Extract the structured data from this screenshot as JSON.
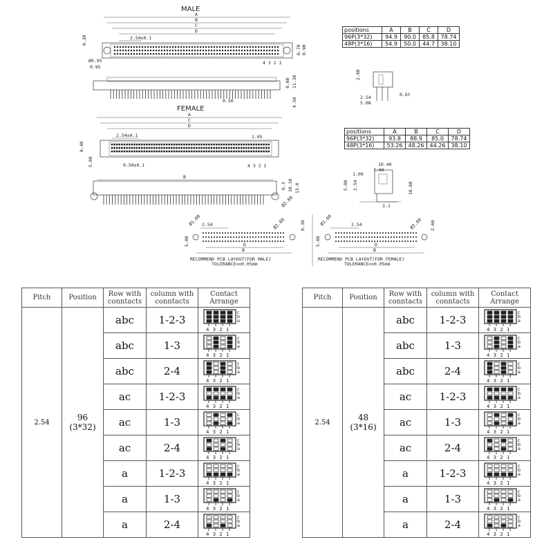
{
  "drawings": {
    "male_title": "MALE",
    "female_title": "FEMALE",
    "letters": [
      "A",
      "B",
      "C",
      "D"
    ],
    "pitch_label": "2.54±0.1",
    "pin_numbers": "4 3 2 1",
    "male_dims": [
      "0.30",
      "Ø0.95",
      "0.95",
      "0.70",
      "0.90",
      "8.60",
      "11.30",
      "0.50",
      "4.50",
      "2.80",
      "2.54",
      "5.08",
      "0.6t"
    ],
    "female_dims": [
      "1.05",
      "8.40",
      "5.08",
      "0.50±0.1",
      "B",
      "6.3",
      "10.10",
      "13.0",
      "Ø2.80",
      "10.40",
      "7.00",
      "1.00",
      "3.1",
      "2.54",
      "5.08",
      "18.08"
    ],
    "pcb_male_dims": [
      "Ø1.00",
      "2.54",
      "Ø2.80",
      "0.30",
      "5.08",
      "D",
      "B"
    ],
    "pcb_female_dims": [
      "Ø1.00",
      "2.54",
      "Ø2.80",
      "2.60",
      "5.08",
      "D",
      "B"
    ],
    "pcb_male_note": "RECOMMEND PCB LAYOUT(FOR MALE)",
    "pcb_female_note": "RECOMMEND PCB LAYOUT(FOR FEMALE)",
    "tolerance": "TOLERANCE=±0.05mm"
  },
  "male_table": {
    "headers": [
      "positions",
      "A",
      "B",
      "C",
      "D"
    ],
    "rows": [
      [
        "96P(3*32)",
        "94.9",
        "90.0",
        "85.8",
        "78.74"
      ],
      [
        "48P(3*16)",
        "54.9",
        "50.0",
        "44.7",
        "38.10"
      ]
    ]
  },
  "female_table": {
    "headers": [
      "positions",
      "A",
      "B",
      "C",
      "D"
    ],
    "rows": [
      [
        "96P(3*32)",
        "93.8",
        "88.9",
        "85.0",
        "78.74"
      ],
      [
        "48P(3*16)",
        "53.26",
        "48.26",
        "44.26",
        "38.10"
      ]
    ]
  },
  "contact_tables": [
    {
      "headers": [
        "Pitch",
        "Position",
        "Row with conntacts",
        "column with conntacts",
        "Contact Arrange"
      ],
      "pitch": "2.54",
      "position_line1": "96",
      "position_line2": "(3*32)",
      "rows": [
        {
          "row": "abc",
          "col": "1-2-3"
        },
        {
          "row": "abc",
          "col": "1-3"
        },
        {
          "row": "abc",
          "col": "2-4"
        },
        {
          "row": "ac",
          "col": "1-2-3"
        },
        {
          "row": "ac",
          "col": "1-3"
        },
        {
          "row": "ac",
          "col": "2-4"
        },
        {
          "row": "a",
          "col": "1-2-3"
        },
        {
          "row": "a",
          "col": "1-3"
        },
        {
          "row": "a",
          "col": "2-4"
        }
      ]
    },
    {
      "headers": [
        "Pitch",
        "Position",
        "Row with conntacts",
        "column with conntacts",
        "Contact Arrange"
      ],
      "pitch": "2.54",
      "position_line1": "48",
      "position_line2": "(3*16)",
      "rows": [
        {
          "row": "abc",
          "col": "1-2-3"
        },
        {
          "row": "abc",
          "col": "1-3"
        },
        {
          "row": "abc",
          "col": "2-4"
        },
        {
          "row": "ac",
          "col": "1-2-3"
        },
        {
          "row": "ac",
          "col": "1-3"
        },
        {
          "row": "ac",
          "col": "2-4"
        },
        {
          "row": "a",
          "col": "1-2-3"
        },
        {
          "row": "a",
          "col": "1-3"
        },
        {
          "row": "a",
          "col": "2-4"
        }
      ]
    }
  ],
  "icon": {
    "row_letters": [
      "c",
      "b",
      "a"
    ],
    "pin_numbers": "4 3 2 1"
  }
}
